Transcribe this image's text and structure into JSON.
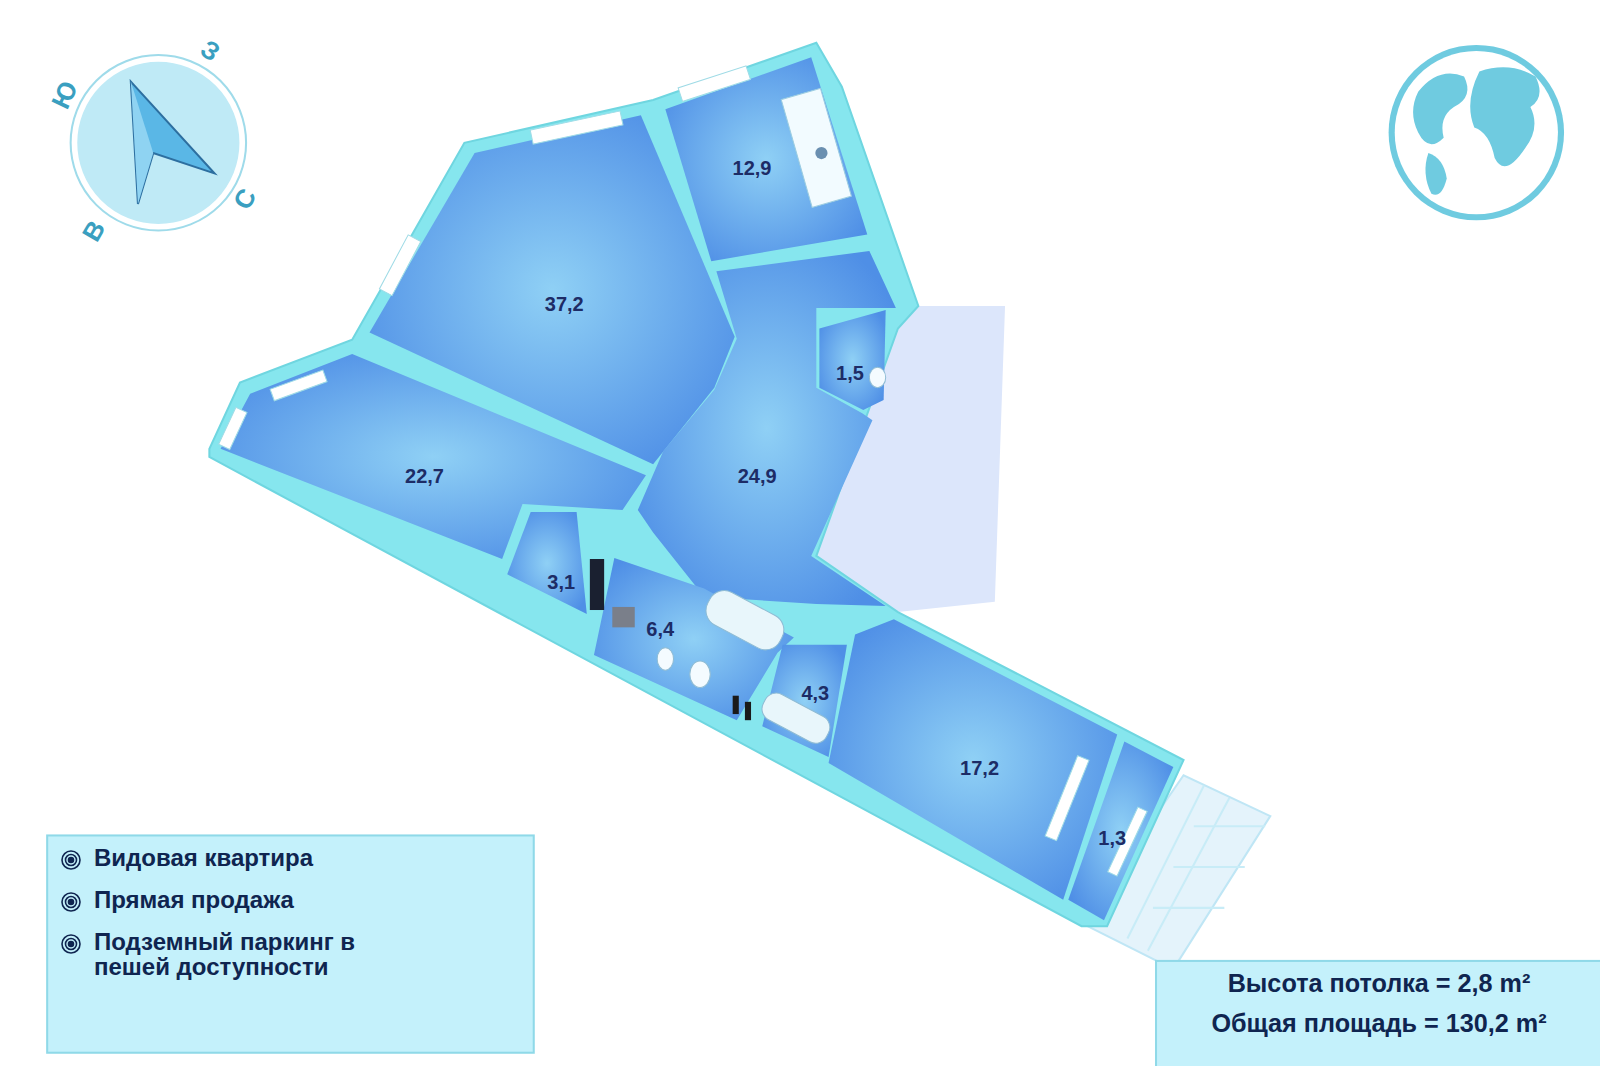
{
  "diagram": {
    "nodes": [
      {
        "text": [
          "Видовая квартира",
          "Прямая продажа",
          "Подземный паркинг в пешей доступности"
        ]
      },
      {
        "text": [
          "Высота потолка = 2,8 m²",
          "Общая площадь = 130,2 m²"
        ]
      }
    ],
    "labels": [
      "12,9",
      "37,2",
      "1,5",
      "22,7",
      "24,9",
      "3,1",
      "6,4",
      "4,3",
      "17,2",
      "1,3",
      "Ю",
      "З",
      "С",
      "В"
    ]
  }
}
